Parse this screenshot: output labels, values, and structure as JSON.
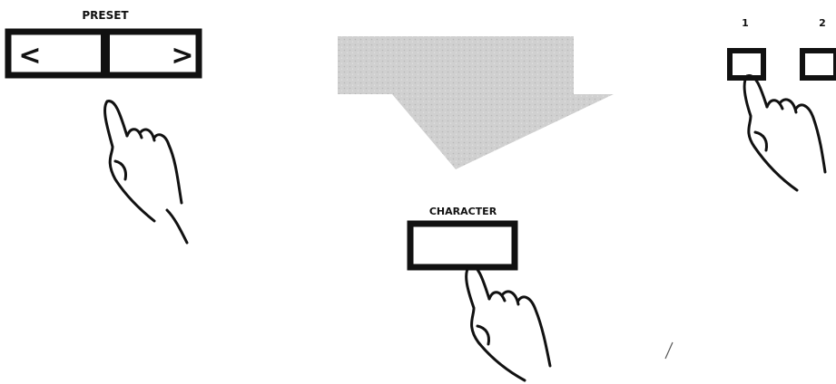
{
  "diagram": {
    "preset": {
      "label": "PRESET",
      "left_symbol": "<",
      "right_symbol": ">"
    },
    "character": {
      "label": "CHARACTER"
    },
    "number_buttons": [
      {
        "label": "1"
      },
      {
        "label": "2"
      }
    ]
  },
  "colors": {
    "ink": "#111111",
    "arrow": "#c9c9c9",
    "background": "#ffffff"
  }
}
